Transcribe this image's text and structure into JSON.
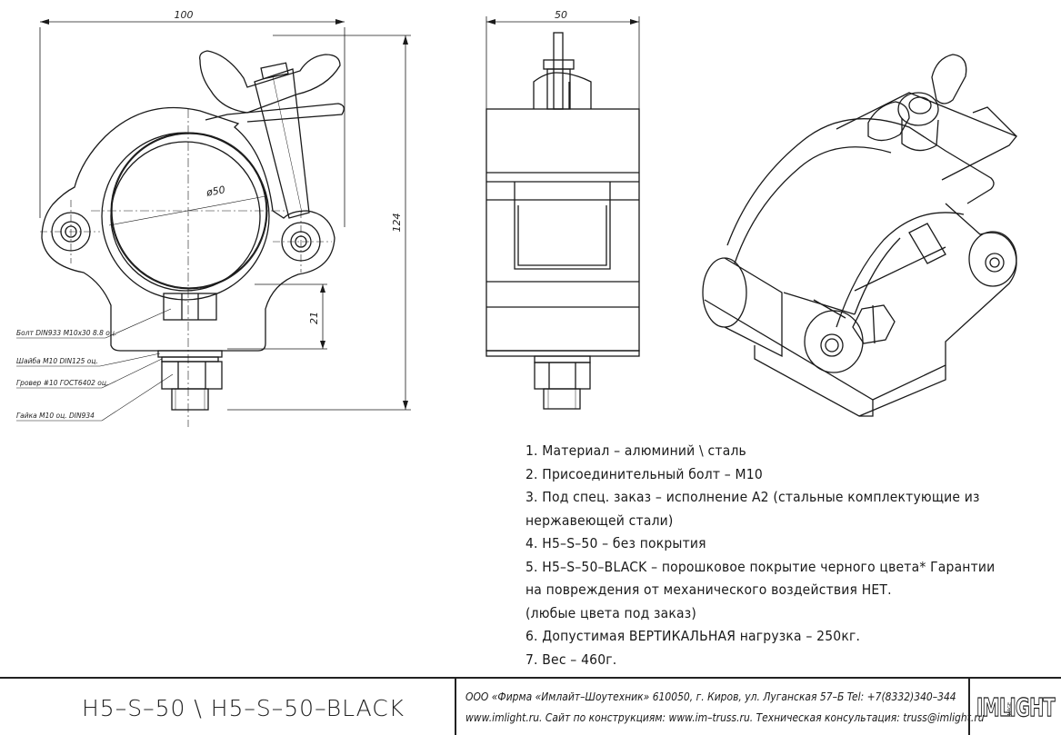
{
  "dimensions": {
    "width_top": "100",
    "height_right": "124",
    "height_lower": "21",
    "diameter": "ø50",
    "width_side": "50"
  },
  "callouts": [
    "Болт DIN933 M10x30 8.8 оц.",
    "Шайба M10 DIN125 оц.",
    "Гровер #10 ГОСТ6402 оц.",
    "Гайка M10 оц. DIN934"
  ],
  "notes": [
    "1. Материал – алюминий \\ сталь",
    "2. Присоединительный болт – М10",
    "3. Под спец. заказ – исполнение А2 (стальные комплектующие из нержавеющей стали)",
    "4. H5–S–50 – без покрытия",
    "5. H5–S–50–BLACK – порошковое покрытие черного цвета* Гарантии на повреждения от механического воздействия НЕТ.",
    "(любые цвета под заказ)",
    "6. Допустимая ВЕРТИКАЛЬНАЯ нагрузка – 250кг.",
    "7. Вес – 460г."
  ],
  "title_block": {
    "model": "H5–S–50   \\   H5–S–50–BLACK",
    "company_line": "ООО «Фирма «Имлайт–Шоутехник» 610050, г. Киров, ул. Луганская 57–Б Tel: +7(8332)340–344",
    "web_line": "www.imlight.ru. Сайт по конструкциям: www.im–truss.ru. Техническая консультация: truss@imlight.ru",
    "logo_text": "IMLIGHT",
    "logo_subtext": "IMAGE"
  }
}
